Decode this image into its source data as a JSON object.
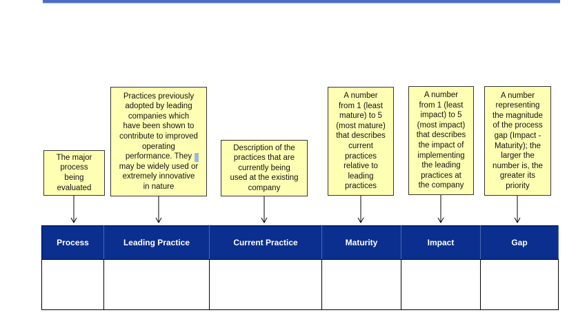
{
  "notes": {
    "process": "The major\nprocess\nbeing\nevaluated",
    "leading_practice": "Practices previously\nadopted by leading\ncompanies which\nhave been shown to\ncontribute to improved\noperating\nperformance.  They\nmay be widely used or\nextremely innovative\nin nature",
    "current_practice": "Description of the\npractices that are\ncurrently being\nused at the existing\ncompany",
    "maturity": "A number\nfrom 1 (least\nmature) to 5\n(most mature)\nthat describes\ncurrent\npractices\nrelative to\nleading\npractices",
    "impact": "A number\nfrom 1 (least\nimpact) to 5\n(most impact)\nthat describes\nthe impact of\nimplementing\nthe leading\npractices at\nthe company",
    "gap": "A number\nrepresenting\nthe magnitude\nof the process\ngap (Impact -\nMaturity); the\nlarger the\nnumber is, the\ngreater its\npriority"
  },
  "table": {
    "headers": [
      "Process",
      "Leading Practice",
      "Current Practice",
      "Maturity",
      "Impact",
      "Gap"
    ]
  },
  "colors": {
    "header_bg": "#0a2f8f",
    "note_bg": "#ffffb3",
    "top_rule": "#4a6ec4"
  }
}
